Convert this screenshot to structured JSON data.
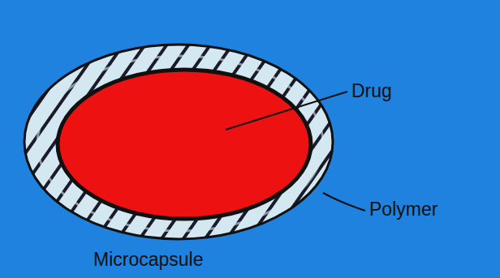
{
  "diagram": {
    "labels": [
      "Drug",
      "Polymer",
      "Microcapsule"
    ]
  }
}
